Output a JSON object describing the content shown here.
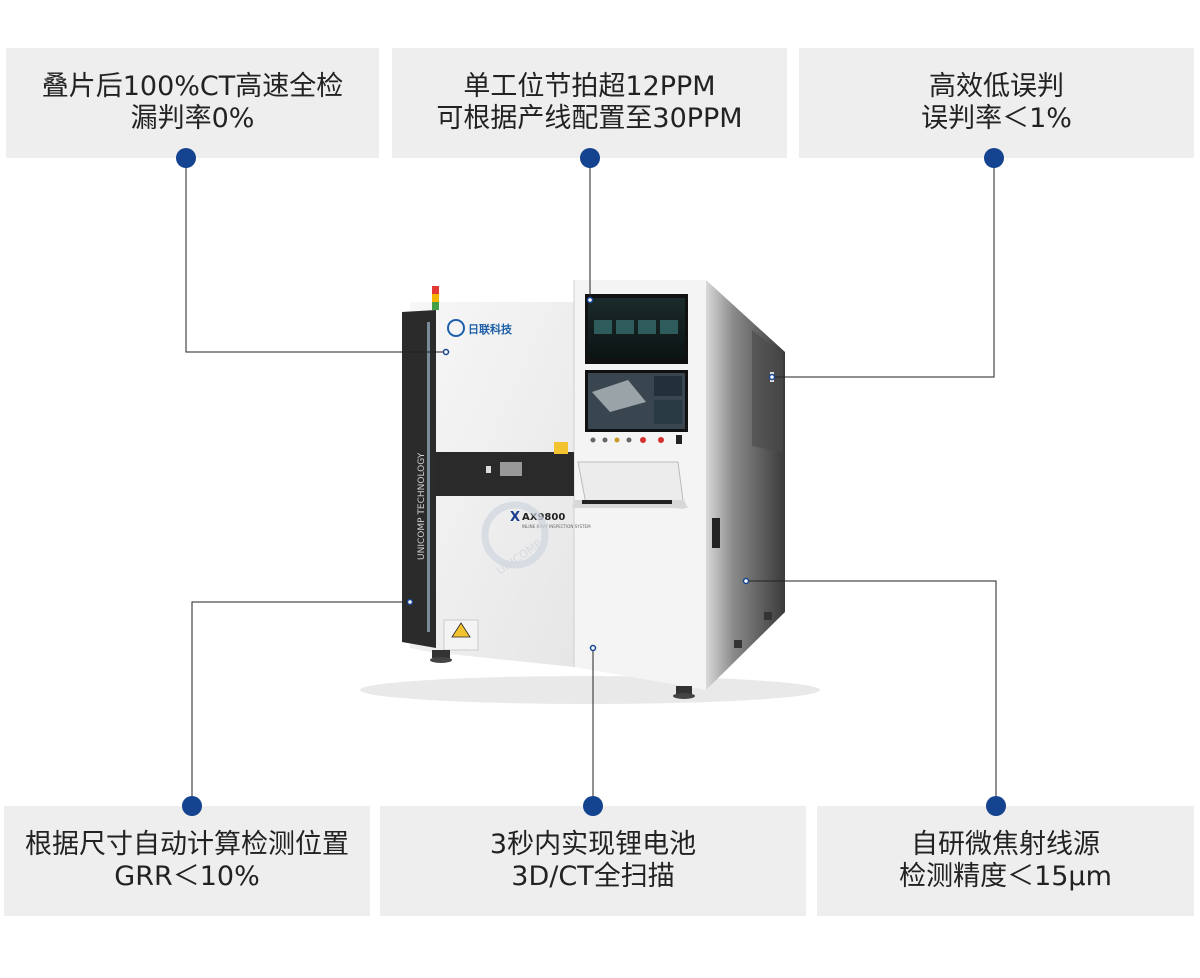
{
  "features": {
    "top_left": {
      "line1": "叠片后100%CT高速全检",
      "line2": "漏判率0%"
    },
    "top_center": {
      "line1": "单工位节拍超12PPM",
      "line2": "可根据产线配置至30PPM"
    },
    "top_right": {
      "line1": "高效低误判",
      "line2": "误判率＜1%"
    },
    "bottom_left": {
      "line1": "根据尺寸自动计算检测位置",
      "line2": "GRR＜10%"
    },
    "bottom_center": {
      "line1": "3秒内实现锂电池",
      "line2": "3D/CT全扫描"
    },
    "bottom_right": {
      "line1": "自研微焦射线源",
      "line2": "检测精度＜15μm"
    }
  },
  "machine": {
    "brand": "日联科技",
    "model": "AX9800",
    "model_subtitle": "INLINE X-RAY INSPECTION SYSTEM",
    "side_text": "UNICOMP TECHNOLOGY",
    "watermark": "UNICOMP"
  },
  "colors": {
    "accent": "#14438f",
    "box_background": "#eeeeee",
    "leader_line": "#222222",
    "machine_panel": "#f2f2f2",
    "machine_dark": "#2b2b2b"
  }
}
